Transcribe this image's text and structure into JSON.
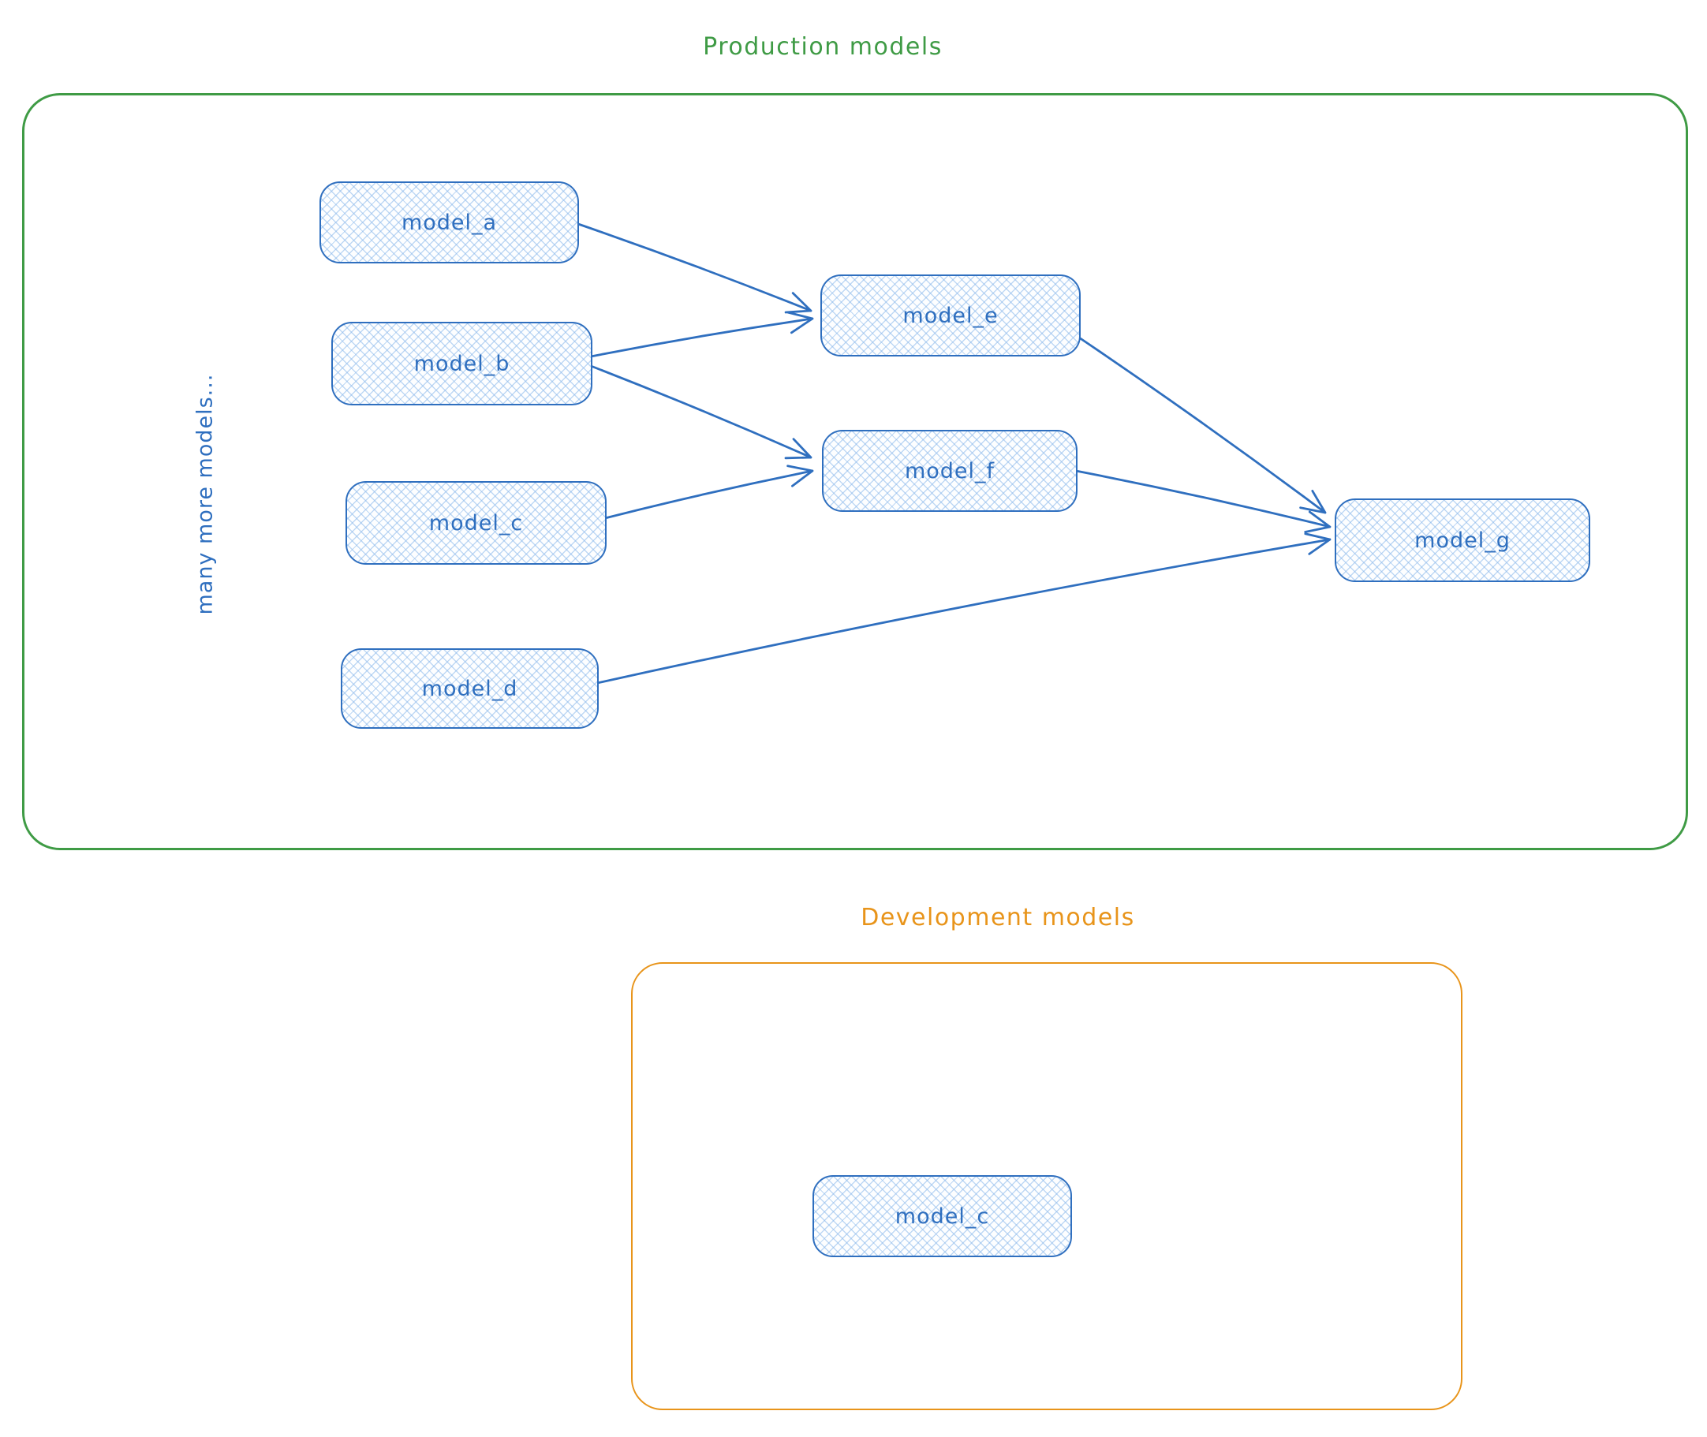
{
  "production": {
    "title": "Production models",
    "side_note": "many more models...",
    "nodes": {
      "model_a": "model_a",
      "model_b": "model_b",
      "model_c": "model_c",
      "model_d": "model_d",
      "model_e": "model_e",
      "model_f": "model_f",
      "model_g": "model_g"
    },
    "edges": [
      {
        "from": "model_a",
        "to": "model_e"
      },
      {
        "from": "model_b",
        "to": "model_e"
      },
      {
        "from": "model_b",
        "to": "model_f"
      },
      {
        "from": "model_c",
        "to": "model_f"
      },
      {
        "from": "model_e",
        "to": "model_g"
      },
      {
        "from": "model_f",
        "to": "model_g"
      },
      {
        "from": "model_d",
        "to": "model_g"
      }
    ]
  },
  "development": {
    "title": "Development models",
    "nodes": {
      "model_c": "model_c"
    }
  },
  "colors": {
    "production_border": "#3f9b45",
    "development_border": "#e8941a",
    "node_stroke": "#2f6fbf",
    "node_fill_hatch": "#9cc4ee"
  }
}
